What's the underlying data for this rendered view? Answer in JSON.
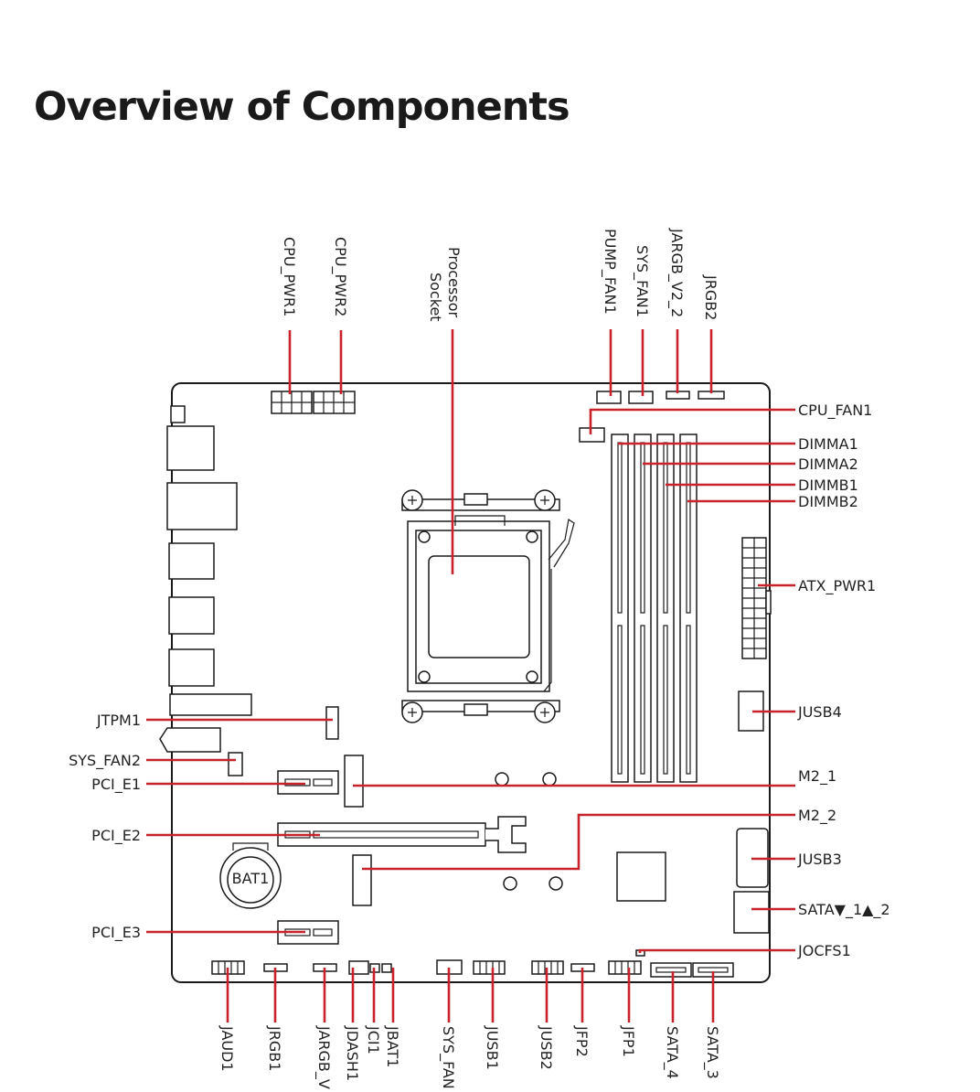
{
  "title": "Overview of Components",
  "colors": {
    "leader_line": "#c8232c",
    "outline": "#1a1a1a",
    "background": "#ffffff"
  },
  "labels": {
    "cpu_pwr1": "CPU_PWR1",
    "cpu_pwr2": "CPU_PWR2",
    "processor_socket_line1": "Processor",
    "processor_socket_line2": "Socket",
    "pump_fan1": "PUMP_FAN1",
    "sys_fan1": "SYS_FAN1",
    "jargb_v2_2": "JARGB_V2_2",
    "jrgb2": "JRGB2",
    "cpu_fan1": "CPU_FAN1",
    "dimma1": "DIMMA1",
    "dimma2": "DIMMA2",
    "dimmb1": "DIMMB1",
    "dimmb2": "DIMMB2",
    "atx_pwr1": "ATX_PWR1",
    "jusb4": "JUSB4",
    "m2_1": "M2_1",
    "m2_2": "M2_2",
    "jusb3": "JUSB3",
    "sata_1_2": "SATA▼_1▲_2",
    "jocfs1": "JOCFS1",
    "jtpm1": "JTPM1",
    "sys_fan2": "SYS_FAN2",
    "pci_e1": "PCI_E1",
    "pci_e2": "PCI_E2",
    "pci_e3": "PCI_E3",
    "jaud1": "JAUD1",
    "jrgb1": "JRGB1",
    "jargb_v": "JARGB_V",
    "jdash1": "JDASH1",
    "jci1": "JCI1",
    "jbat1": "JBAT1",
    "sys_fan": "SYS_FAN",
    "jusb1": "JUSB1",
    "jusb2": "JUSB2",
    "jfp2": "JFP2",
    "jfp1": "JFP1",
    "sata_4": "SATA_4",
    "sata_3": "SATA_3",
    "bat1": "BAT1"
  }
}
